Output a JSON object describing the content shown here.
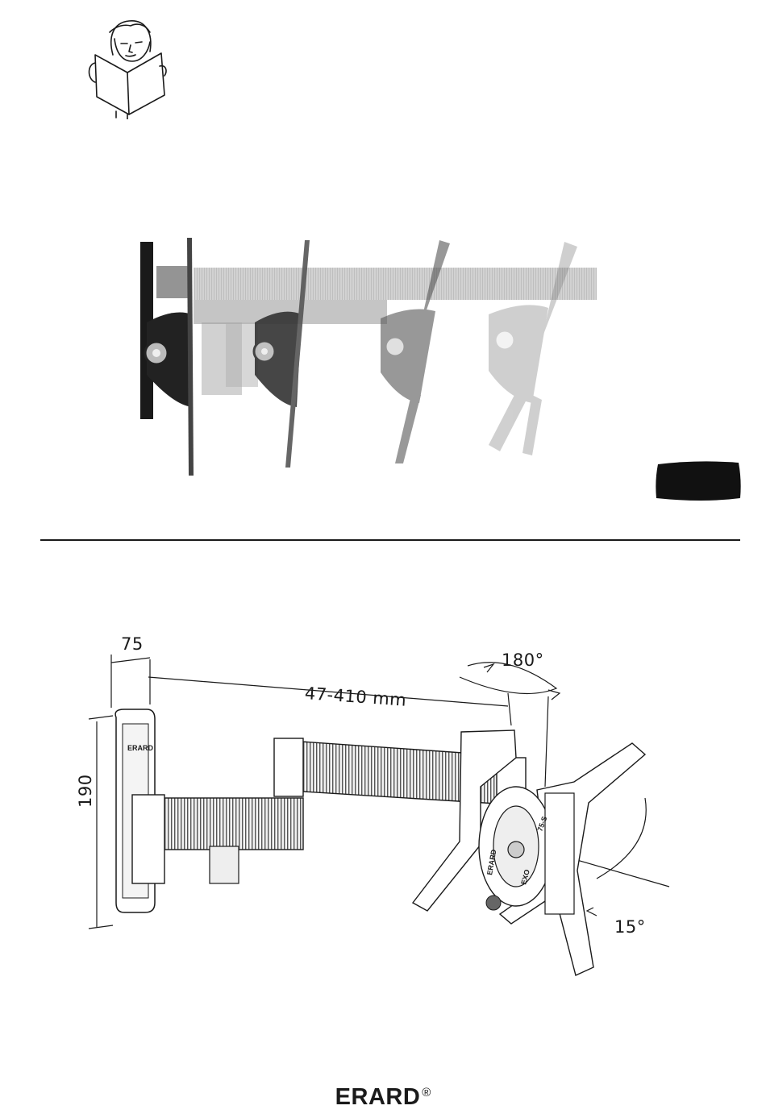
{
  "dimensions": {
    "depth_min": "75",
    "extension": "47-410 mm",
    "height": "190",
    "swivel": "180°",
    "tilt": "15°"
  },
  "plate_logo": "ERARD",
  "mount_badge": "75-S",
  "mount_brand": "ERARD",
  "mount_model": "EXO",
  "brand": {
    "name": "ERARD",
    "registered": "®"
  },
  "icons": [
    "reading-person-icon",
    "arm-motion-illustration",
    "language-tab",
    "wall-mount-diagram"
  ]
}
